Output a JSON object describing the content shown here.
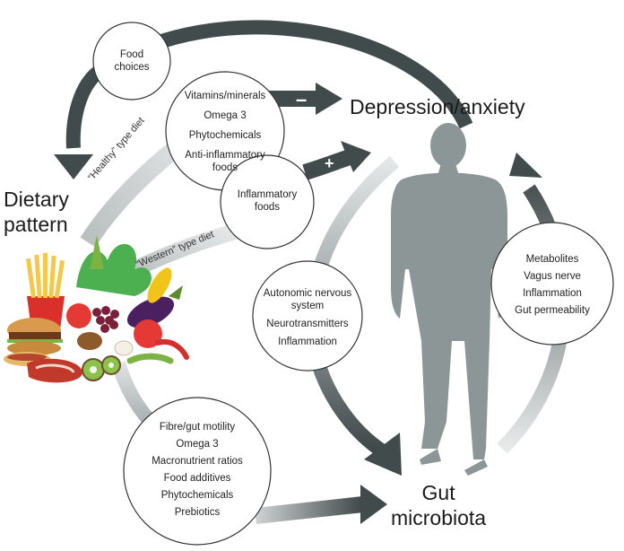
{
  "title": "Depression/anxiety",
  "dietary_pattern_label": [
    "Dietary",
    "pattern"
  ],
  "gut_microbiota_label": [
    "Gut",
    "microbiota"
  ],
  "healthy_diet_label": "“Healthy” type diet",
  "western_diet_label": "“Western” type diet",
  "minus_sign": "–",
  "plus_sign": "+",
  "food_choices": [
    "Food",
    "choices"
  ],
  "healthy_factors": [
    "Vitamins/minerals",
    "Omega 3",
    "Phytochemicals",
    "Anti-inflammatory foods"
  ],
  "inflammatory_foods": [
    "Inflammatory",
    "foods"
  ],
  "brain_gut_factors": [
    "Autonomic nervous system",
    "Neurotransmitters",
    "Inflammation"
  ],
  "gut_brain_factors": [
    "Metabolites",
    "Vagus nerve",
    "Inflammation",
    "Gut permeability"
  ],
  "diet_gut_factors": [
    "Fibre/gut motility",
    "Omega 3",
    "Macronutrient ratios",
    "Food additives",
    "Phytochemicals",
    "Prebiotics"
  ],
  "colors": {
    "arrow_dark": "#424b4c",
    "arrow_light": "#d4d8d8",
    "silhouette": "#8d9697",
    "circle_stroke": "#333333"
  },
  "icons": [
    "human-silhouette-icon",
    "food-pile-icon"
  ]
}
